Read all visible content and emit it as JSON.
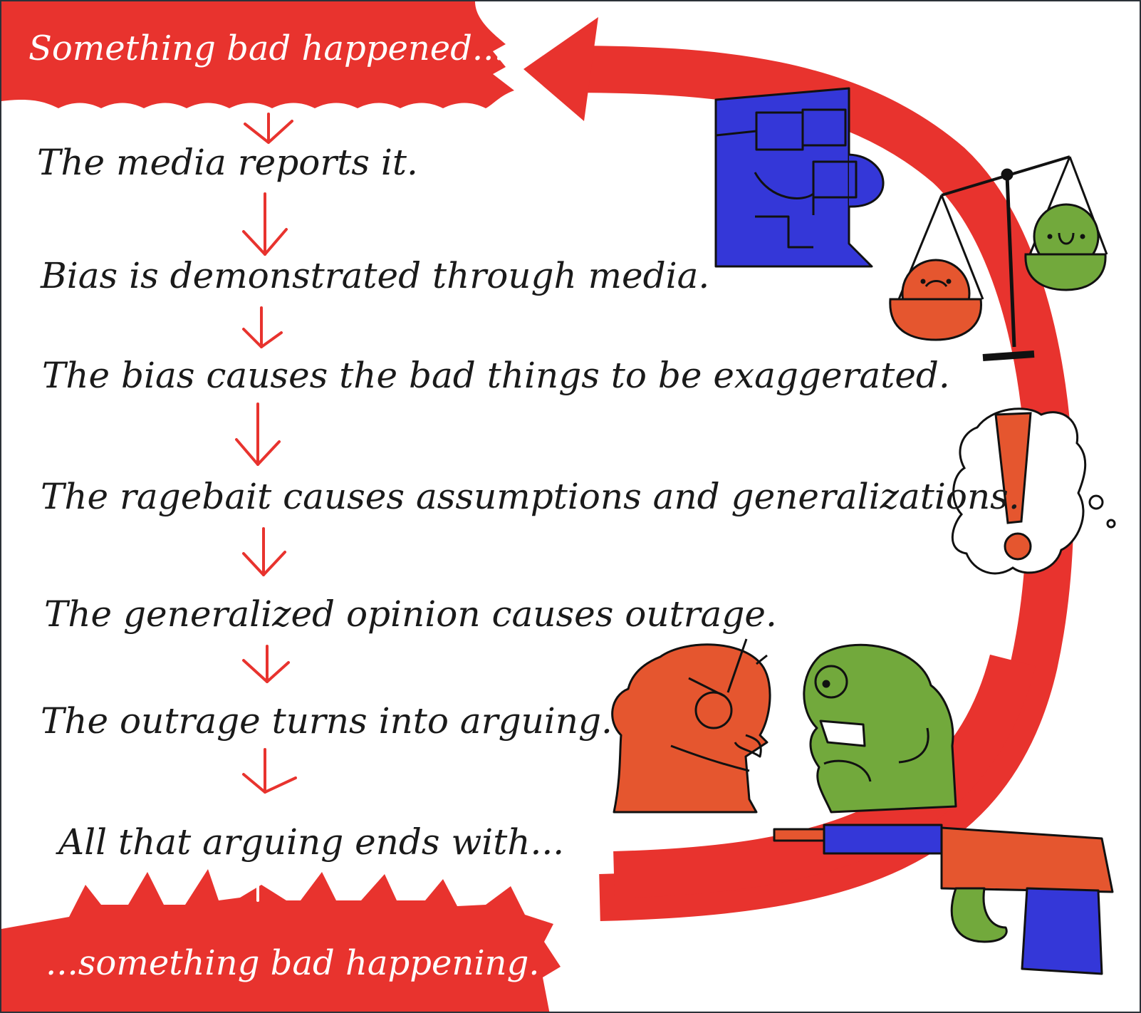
{
  "colors": {
    "red": "#e8332e",
    "orange": "#e5562f",
    "green": "#72a93c",
    "blue": "#3437d8",
    "ink": "#111111",
    "white": "#ffffff"
  },
  "banner_top": "Something bad happened...",
  "banner_bottom": "...something bad happening.",
  "steps": [
    "The media reports it.",
    "Bias is demonstrated through media.",
    "The bias causes the bad things to be exaggerated.",
    "The ragebait causes assumptions and generalizations.",
    "The generalized opinion causes outrage.",
    "The outrage turns into arguing.",
    "All that arguing ends with..."
  ],
  "icons": [
    "media-figure-icon",
    "balance-scale-icon",
    "exclamation-thought-icon",
    "arguing-figures-icon",
    "gun-icon"
  ]
}
